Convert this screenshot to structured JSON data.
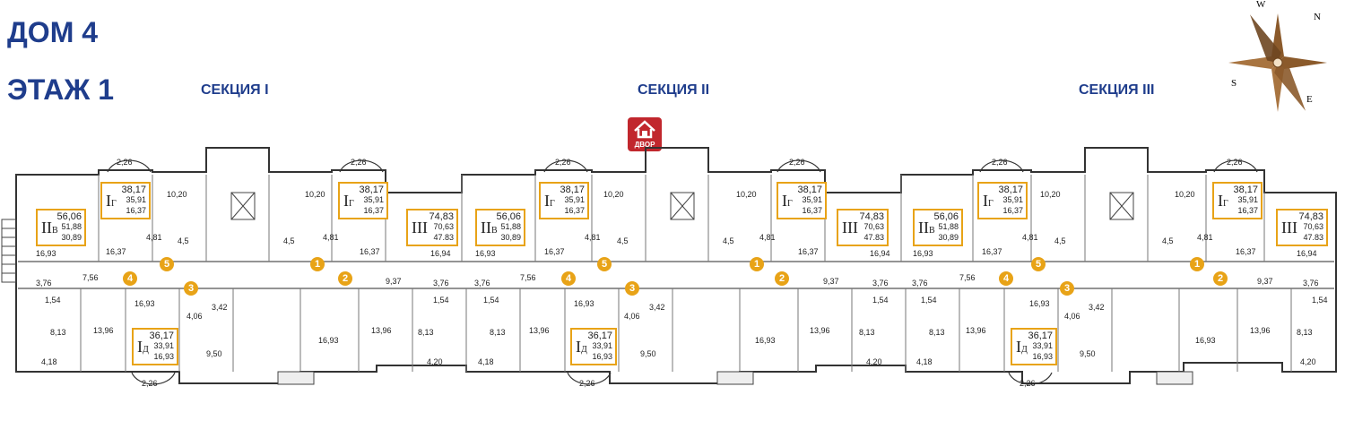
{
  "header": {
    "house": "ДОМ 4",
    "floor": "ЭТАЖ 1"
  },
  "sections": [
    "СЕКЦИЯ I",
    "СЕКЦИЯ II",
    "СЕКЦИЯ III"
  ],
  "courtyard_label": "ДВОР",
  "compass": {
    "n": "N",
    "e": "E",
    "s": "S",
    "w": "W"
  },
  "apartments": [
    {
      "type": "II",
      "sub": "В",
      "total": "56,06",
      "living": "51,88",
      "kitchen": "30,89"
    },
    {
      "type": "I",
      "sub": "Г",
      "total": "38,17",
      "living": "35,91",
      "kitchen": "16,37"
    },
    {
      "type": "I",
      "sub": "Г",
      "total": "38,17",
      "living": "35,91",
      "kitchen": "16,37"
    },
    {
      "type": "III",
      "sub": "",
      "total": "74,83",
      "living": "70,63",
      "kitchen": "47.83"
    },
    {
      "type": "II",
      "sub": "В",
      "total": "56,06",
      "living": "51,88",
      "kitchen": "30,89"
    },
    {
      "type": "I",
      "sub": "Г",
      "total": "38,17",
      "living": "35,91",
      "kitchen": "16,37"
    },
    {
      "type": "I",
      "sub": "Г",
      "total": "38,17",
      "living": "35,91",
      "kitchen": "16,37"
    },
    {
      "type": "III",
      "sub": "",
      "total": "74,83",
      "living": "70,63",
      "kitchen": "47.83"
    },
    {
      "type": "II",
      "sub": "В",
      "total": "56,06",
      "living": "51,88",
      "kitchen": "30,89"
    },
    {
      "type": "I",
      "sub": "Г",
      "total": "38,17",
      "living": "35,91",
      "kitchen": "16,37"
    },
    {
      "type": "I",
      "sub": "Г",
      "total": "38,17",
      "living": "35,91",
      "kitchen": "16,37"
    },
    {
      "type": "III",
      "sub": "",
      "total": "74,83",
      "living": "70,63",
      "kitchen": "47.83"
    },
    {
      "type": "I",
      "sub": "Д",
      "total": "36,17",
      "living": "33,91",
      "kitchen": "16,93"
    },
    {
      "type": "I",
      "sub": "Д",
      "total": "36,17",
      "living": "33,91",
      "kitchen": "16,93"
    },
    {
      "type": "I",
      "sub": "Д",
      "total": "36,17",
      "living": "33,91",
      "kitchen": "16,93"
    }
  ],
  "badges": [
    "5",
    "1",
    "4",
    "3",
    "2",
    "4",
    "5",
    "3",
    "1",
    "2",
    "4",
    "5",
    "3",
    "1",
    "2"
  ],
  "room_labels": [
    "2,26",
    "2,26",
    "2,26",
    "2,26",
    "2,26",
    "2,26",
    "2,26",
    "2,26",
    "2,26",
    "10,20",
    "10,20",
    "10,20",
    "10,20",
    "10,20",
    "10,20",
    "16,37",
    "16,37",
    "16,37",
    "16,37",
    "16,37",
    "16,37",
    "4,81",
    "4,81",
    "4,81",
    "4,81",
    "4,81",
    "4,81",
    "4,5",
    "4,5",
    "4,5",
    "4,5",
    "4,5",
    "4,5",
    "16,93",
    "16,93",
    "16,93",
    "16,93",
    "16,93",
    "16,93",
    "16,93",
    "16,93",
    "16,93",
    "16,94",
    "16,94",
    "16,94",
    "7,56",
    "7,56",
    "7,56",
    "9,37",
    "9,37",
    "9,37",
    "3,76",
    "3,76",
    "3,76",
    "3,76",
    "3,76",
    "3,76",
    "1,54",
    "1,54",
    "1,54",
    "1,54",
    "1,54",
    "1,54",
    "13,96",
    "13,96",
    "13,96",
    "13,96",
    "13,96",
    "13,96",
    "8,13",
    "8,13",
    "8,13",
    "8,13",
    "8,13",
    "8,13",
    "4,18",
    "4,18",
    "4,18",
    "4,20",
    "4,20",
    "4,20",
    "4,06",
    "4,06",
    "4,06",
    "3,42",
    "3,42",
    "3,42",
    "9,50",
    "9,50",
    "9,50"
  ]
}
